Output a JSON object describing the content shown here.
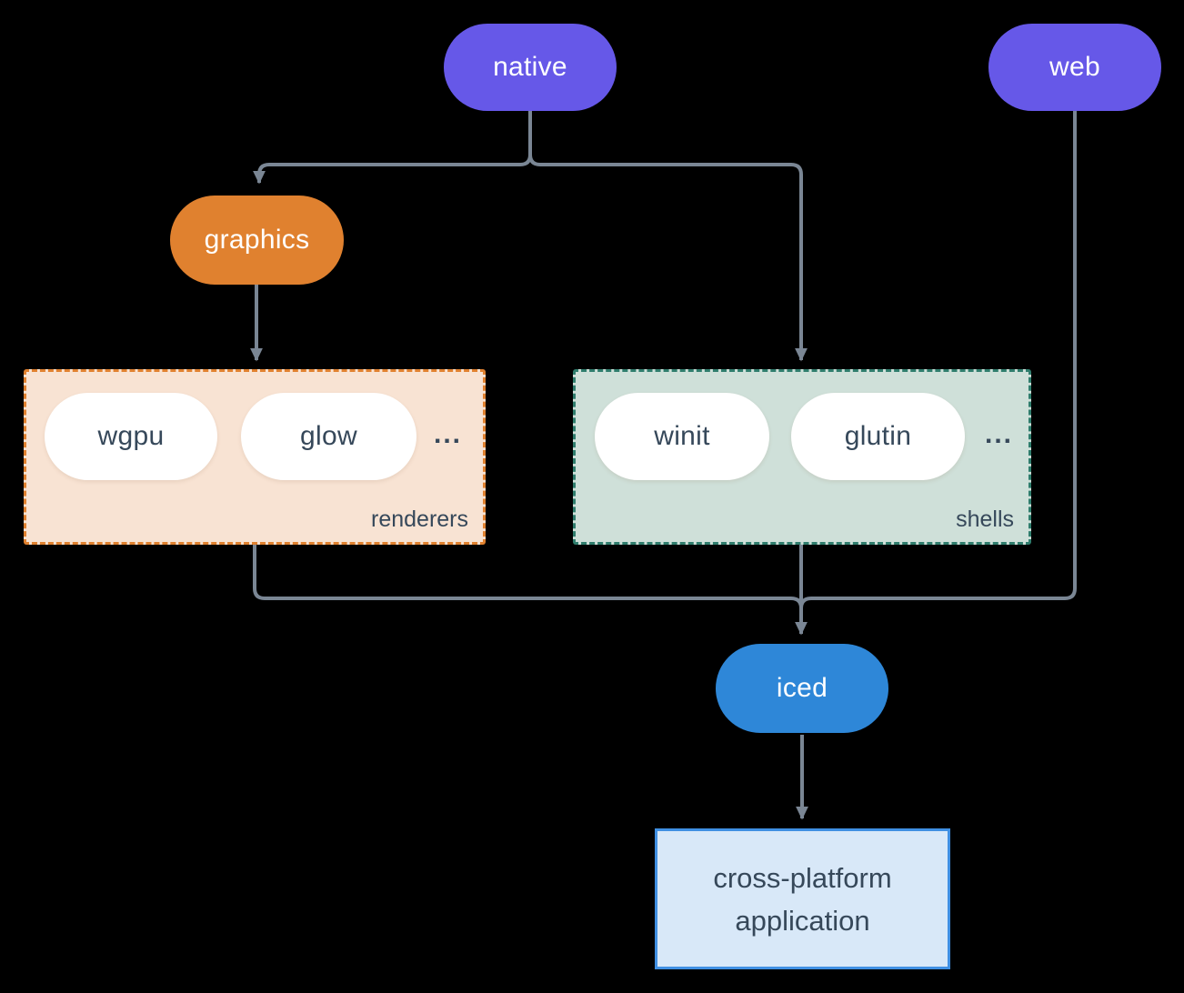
{
  "nodes": {
    "native": {
      "label": "native",
      "fill": "#6658e8",
      "text_color": "#ffffff"
    },
    "web": {
      "label": "web",
      "fill": "#6658e8",
      "text_color": "#ffffff"
    },
    "graphics": {
      "label": "graphics",
      "fill": "#e0812f",
      "text_color": "#ffffff"
    },
    "wgpu": {
      "label": "wgpu",
      "fill": "#ffffff",
      "text_color": "#36485a"
    },
    "glow": {
      "label": "glow",
      "fill": "#ffffff",
      "text_color": "#36485a"
    },
    "winit": {
      "label": "winit",
      "fill": "#ffffff",
      "text_color": "#36485a"
    },
    "glutin": {
      "label": "glutin",
      "fill": "#ffffff",
      "text_color": "#36485a"
    },
    "iced": {
      "label": "iced",
      "fill": "#2e87d8",
      "text_color": "#ffffff"
    },
    "application": {
      "label": "cross-platform application",
      "fill": "#d8e8f8",
      "border": "#3f8fe2",
      "text_color": "#36485a"
    }
  },
  "groups": {
    "renderers": {
      "label": "renderers",
      "ellipsis": "...",
      "fill": "#f8e3d3",
      "border": "#e0812f"
    },
    "shells": {
      "label": "shells",
      "ellipsis": "...",
      "fill": "#cfe0d9",
      "border": "#2f7d6d"
    }
  },
  "connectors": {
    "color": "#7a8694",
    "arrow_color": "#7a8694"
  },
  "background": "#000000"
}
